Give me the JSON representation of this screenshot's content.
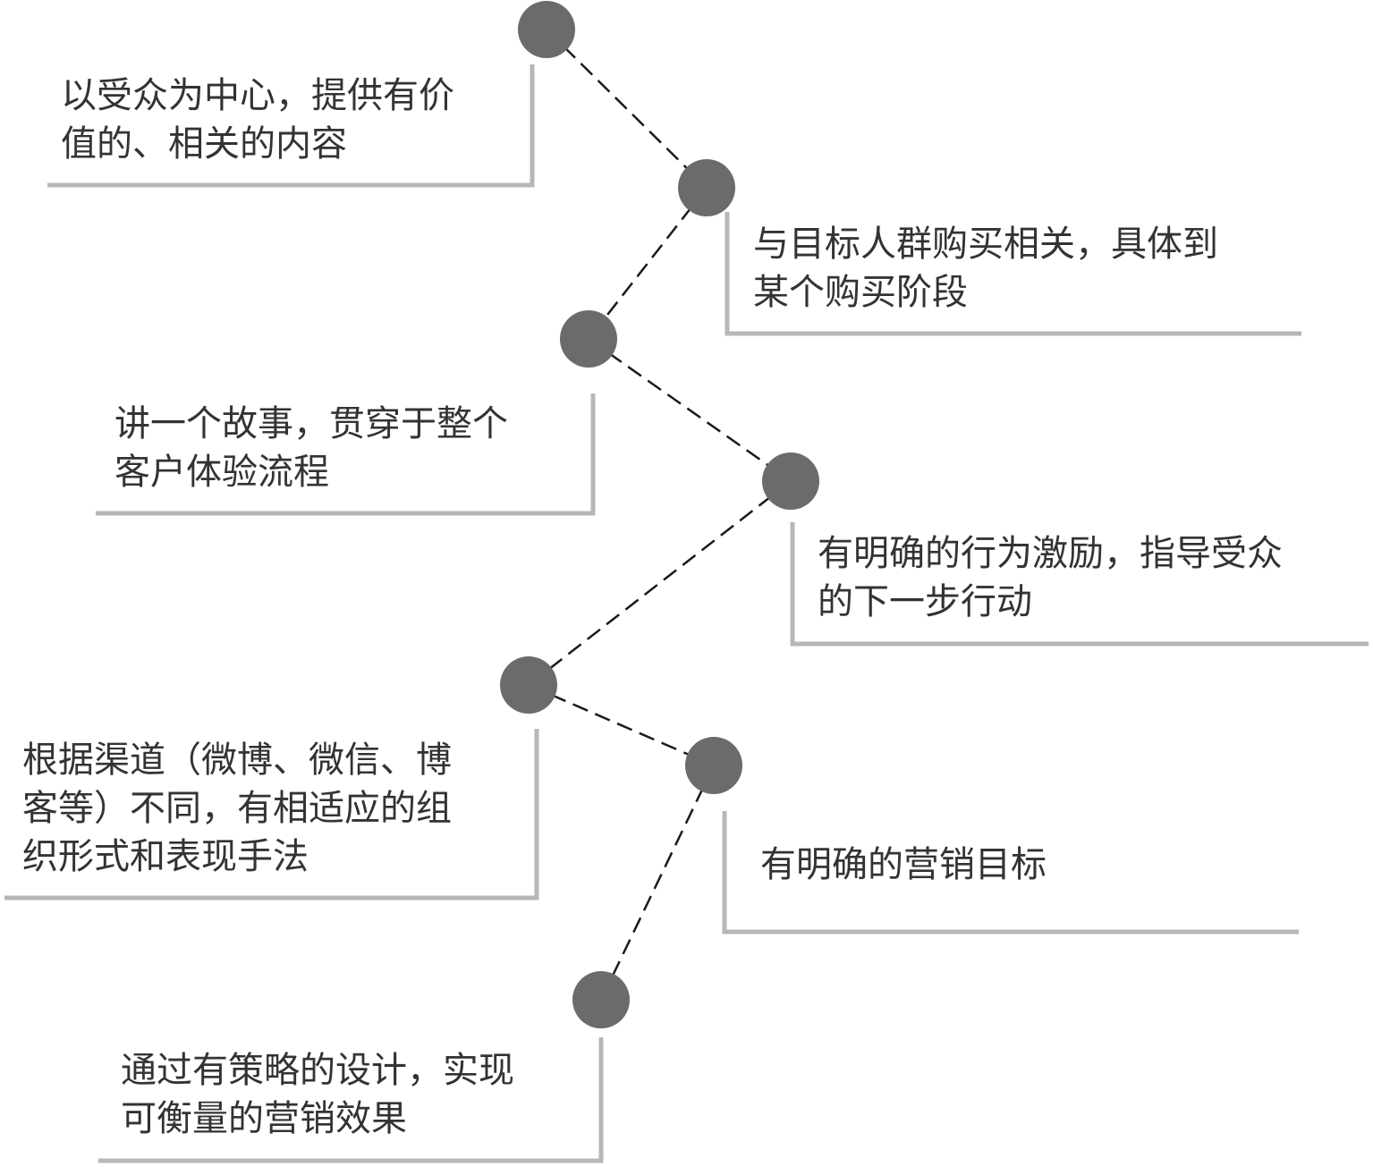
{
  "colors": {
    "node": "#6b6b6b",
    "connector": "#1a1a1a",
    "bracket": "#b7b7b7",
    "text": "#333333"
  },
  "items": [
    {
      "lines": [
        "以受众为中心，提供有价",
        "值的、相关的内容"
      ]
    },
    {
      "lines": [
        "与目标人群购买相关，具体到",
        "某个购买阶段"
      ]
    },
    {
      "lines": [
        "讲一个故事，贯穿于整个",
        "客户体验流程"
      ]
    },
    {
      "lines": [
        "有明确的行为激励，指导受众",
        "的下一步行动"
      ]
    },
    {
      "lines": [
        "根据渠道（微博、微信、博",
        "客等）不同，有相适应的组",
        "织形式和表现手法"
      ]
    },
    {
      "lines": [
        "有明确的营销目标"
      ]
    },
    {
      "lines": [
        "通过有策略的设计，实现",
        "可衡量的营销效果"
      ]
    }
  ]
}
